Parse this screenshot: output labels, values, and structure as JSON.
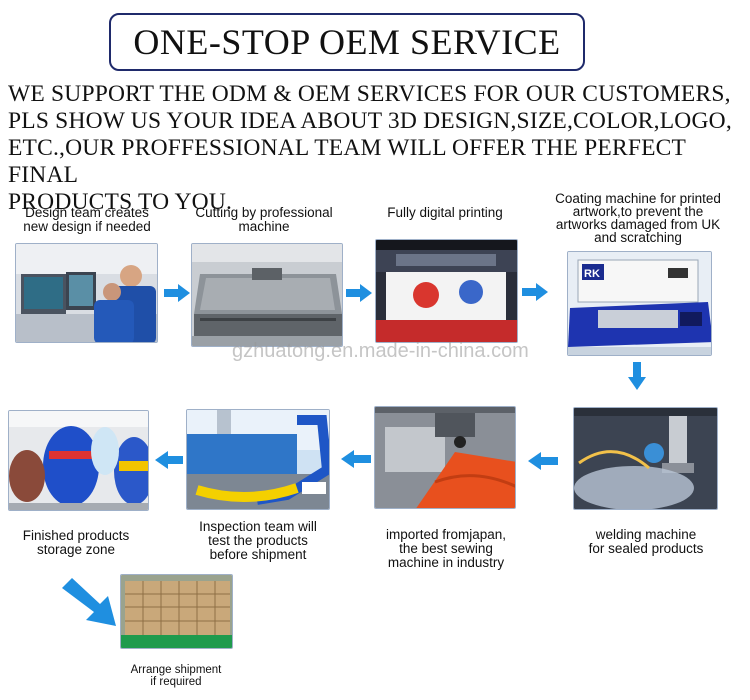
{
  "title": "ONE-STOP OEM SERVICE",
  "intro": "WE SUPPORT THE ODM & OEM SERVICES FOR OUR CUSTOMERS,\nPLS SHOW US YOUR IDEA ABOUT 3D DESIGN,SIZE,COLOR,LOGO,\nETC.,OUR PROFFESSIONAL TEAM WILL OFFER THE PERFECT FINAL\nPRODUCTS TO YOU.",
  "watermark": "gzhuatong.en.made-in-china.com",
  "steps": {
    "design": "Design team creates\nnew design if needed",
    "cutting": "Cutting by professional\nmachine",
    "printing": "Fully digital printing",
    "coating": "Coating machine for printed\nartwork,to prevent the\nartworks damaged from UK\nand scratching",
    "welding": "welding machine\nfor sealed products",
    "sewing": "imported fromjapan,\nthe best sewing\nmachine in industry",
    "inspection": "Inspection team will\ntest the products\nbefore shipment",
    "storage": "Finished products\nstorage zone",
    "shipment": "Arrange shipment\nif required"
  },
  "machine_logo": "RK",
  "colors": {
    "arrow": "#1f8fe0",
    "title_border": "#1f2a6b"
  }
}
